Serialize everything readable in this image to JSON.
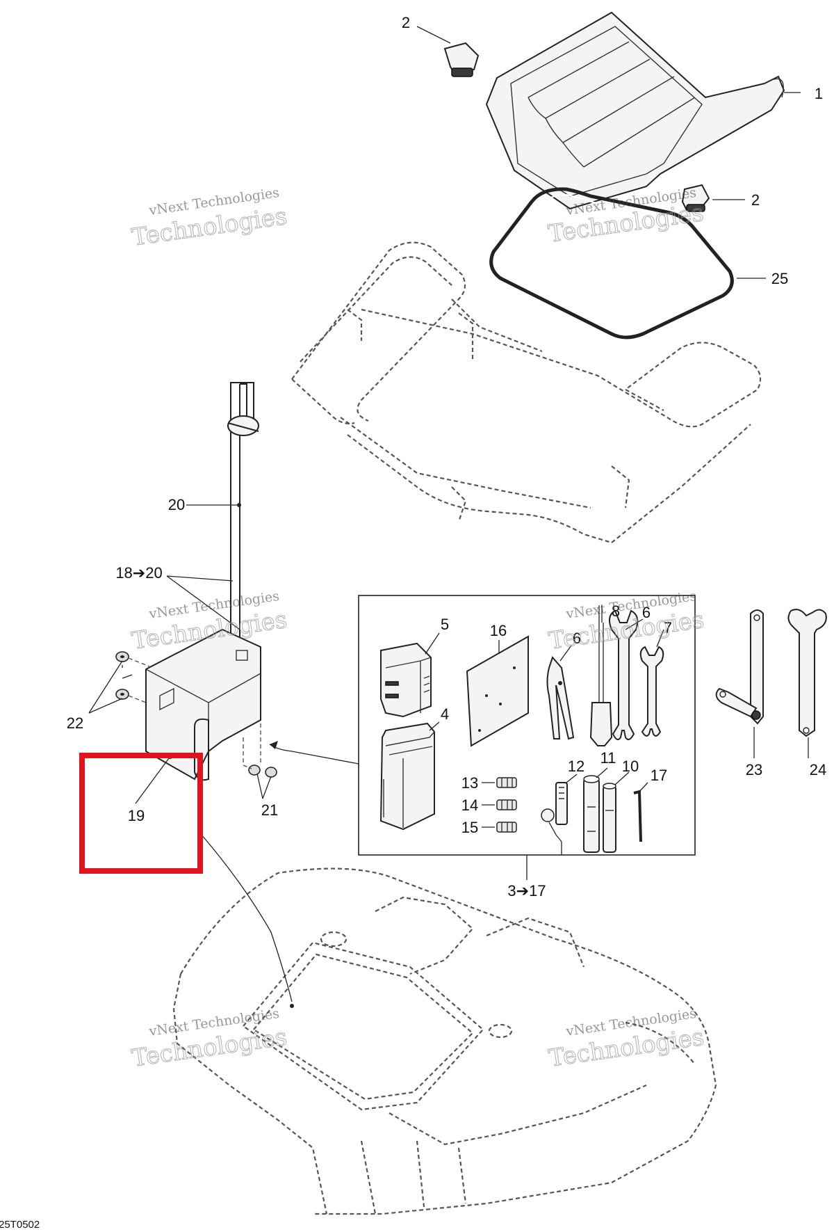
{
  "diagram": {
    "reference_code": "25T0502",
    "watermark": {
      "line1": "vNext Technologies",
      "line2": "Technologies"
    },
    "callouts": [
      {
        "id": "c1",
        "label": "1"
      },
      {
        "id": "c2a",
        "label": "2"
      },
      {
        "id": "c2b",
        "label": "2"
      },
      {
        "id": "c25",
        "label": "25"
      },
      {
        "id": "c20",
        "label": "20"
      },
      {
        "id": "c18",
        "label": "18➔20"
      },
      {
        "id": "c22",
        "label": "22"
      },
      {
        "id": "c19",
        "label": "19"
      },
      {
        "id": "c21",
        "label": "21"
      },
      {
        "id": "c5",
        "label": "5"
      },
      {
        "id": "c16",
        "label": "16"
      },
      {
        "id": "c8",
        "label": "8"
      },
      {
        "id": "c6a",
        "label": "6"
      },
      {
        "id": "c6b",
        "label": "6"
      },
      {
        "id": "c7",
        "label": "7"
      },
      {
        "id": "c4",
        "label": "4"
      },
      {
        "id": "c13",
        "label": "13"
      },
      {
        "id": "c14",
        "label": "14"
      },
      {
        "id": "c15",
        "label": "15"
      },
      {
        "id": "c12",
        "label": "12"
      },
      {
        "id": "c11",
        "label": "11"
      },
      {
        "id": "c10",
        "label": "10"
      },
      {
        "id": "c17",
        "label": "17"
      },
      {
        "id": "c3",
        "label": "3➔17"
      },
      {
        "id": "c23",
        "label": "23"
      },
      {
        "id": "c24",
        "label": "24"
      }
    ],
    "highlight": {
      "color": "#e0141e",
      "target": "19"
    }
  }
}
